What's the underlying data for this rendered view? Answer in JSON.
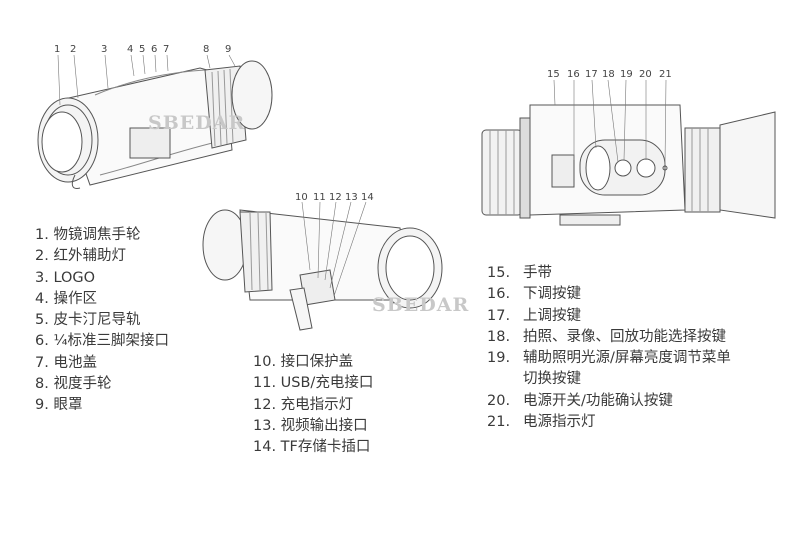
{
  "watermark": "SBEDAR",
  "callouts_left": [
    "1",
    "2",
    "3",
    "4",
    "5",
    "6",
    "7",
    "8",
    "9"
  ],
  "callouts_middle": [
    "10",
    "11",
    "12",
    "13",
    "14"
  ],
  "callouts_right": [
    "15",
    "16",
    "17",
    "18",
    "19",
    "20",
    "21"
  ],
  "list_left": [
    "1. 物镜调焦手轮",
    "2. 红外辅助灯",
    "3. LOGO",
    "4. 操作区",
    "5. 皮卡汀尼导轨",
    "6. ¼标准三脚架接口",
    "7. 电池盖",
    "8. 视度手轮",
    "9. 眼罩"
  ],
  "list_middle": [
    "10. 接口保护盖",
    "11. USB/充电接口",
    "12. 充电指示灯",
    "13. 视频输出接口",
    "14. TF存储卡插口"
  ],
  "list_right": [
    {
      "n": "15.",
      "t": "手带"
    },
    {
      "n": "16.",
      "t": "下调按键"
    },
    {
      "n": "17.",
      "t": "上调按键"
    },
    {
      "n": "18.",
      "t": "拍照、录像、回放功能选择按键"
    },
    {
      "n": "19.",
      "t": "辅助照明光源/屏幕亮度调节菜单"
    },
    {
      "n": "",
      "t": "切换按键"
    },
    {
      "n": "20.",
      "t": "电源开关/功能确认按键"
    },
    {
      "n": "21.",
      "t": "电源指示灯"
    }
  ]
}
